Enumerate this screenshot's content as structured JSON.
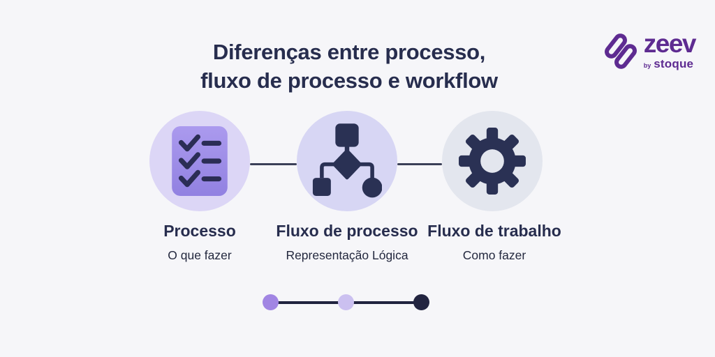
{
  "title": {
    "line1": "Diferenças entre processo,",
    "line2": "fluxo de processo e workflow"
  },
  "logo": {
    "brand": "zeev",
    "byline_prefix": "by",
    "byline": "stoque",
    "mark_icon": "zeev-mark-icon"
  },
  "columns": [
    {
      "label": "Processo",
      "sublabel": "O que fazer",
      "icon": "checklist-icon"
    },
    {
      "label": "Fluxo de processo",
      "sublabel": "Representação Lógica",
      "icon": "flowchart-icon"
    },
    {
      "label": "Fluxo de trabalho",
      "sublabel": "Como fazer",
      "icon": "gear-icon"
    }
  ],
  "colors": {
    "bg": "#F6F6F9",
    "ink": "#272D4E",
    "subink": "#23283E",
    "purple": "#5E2B91",
    "circle1": "#DCD6F6",
    "circle2": "#D7D6F4",
    "circle3": "#E3E6EE",
    "icon-navy": "#2A3154",
    "check-ink": "#2B2D55",
    "doc-top": "#AB9AEE",
    "doc-bot": "#9181E1",
    "connector": "#3B4058",
    "timeline-line": "#20233F",
    "dot1": "#A185E3",
    "dot2": "#CBC0F0",
    "dot3": "#222440"
  }
}
